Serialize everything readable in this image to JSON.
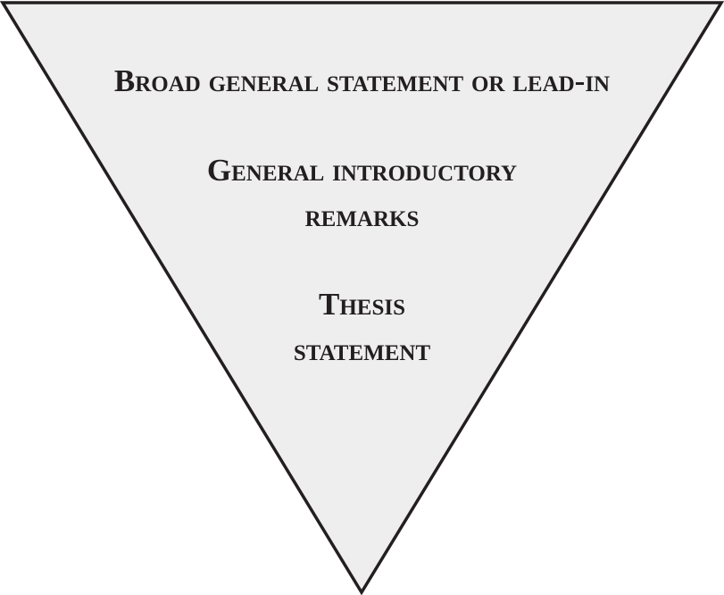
{
  "diagram": {
    "type": "inverted-triangle",
    "fill_color": "#eeeeef",
    "stroke_color": "#231f20",
    "text_color": "#231f20",
    "levels": [
      {
        "lines": [
          "Broad general statement or lead-in"
        ]
      },
      {
        "lines": [
          "General introductory",
          "remarks"
        ]
      },
      {
        "lines": [
          "Thesis",
          "statement"
        ]
      }
    ]
  }
}
